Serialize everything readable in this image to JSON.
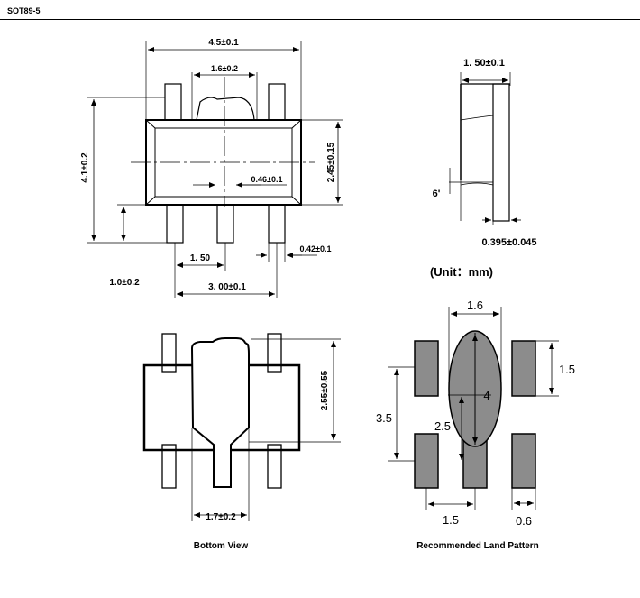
{
  "header": {
    "title": "SOT89-5"
  },
  "top_view": {
    "width": "4.5±0.1",
    "tab_width": "1.6±0.2",
    "height": "4.1±0.2",
    "body_height": "2.45±0.15",
    "lead_width": "0.46±0.1",
    "lead_length": "1.0±0.2",
    "pitch": "1. 50",
    "span": "3. 00±0.1",
    "outer_lead_width": "0.42±0.1"
  },
  "side_view": {
    "thickness": "1. 50±0.1",
    "angle": "6'",
    "lead_thickness": "0.395±0.045"
  },
  "unit_label": "(Unit：mm)",
  "bottom_view": {
    "label": "Bottom View",
    "pad_height": "2.55±0.55",
    "pad_width": "1.7±0.2"
  },
  "land_pattern": {
    "label": "Recommended Land Pattern",
    "center_width": "1.6",
    "pad_height": "1.5",
    "row_span": "3.5",
    "center_pad": "2.5",
    "center_height": "4",
    "pitch": "1.5",
    "pad_width": "0.6"
  },
  "colors": {
    "pad_fill": "#8c8c8c",
    "line": "#000000"
  }
}
